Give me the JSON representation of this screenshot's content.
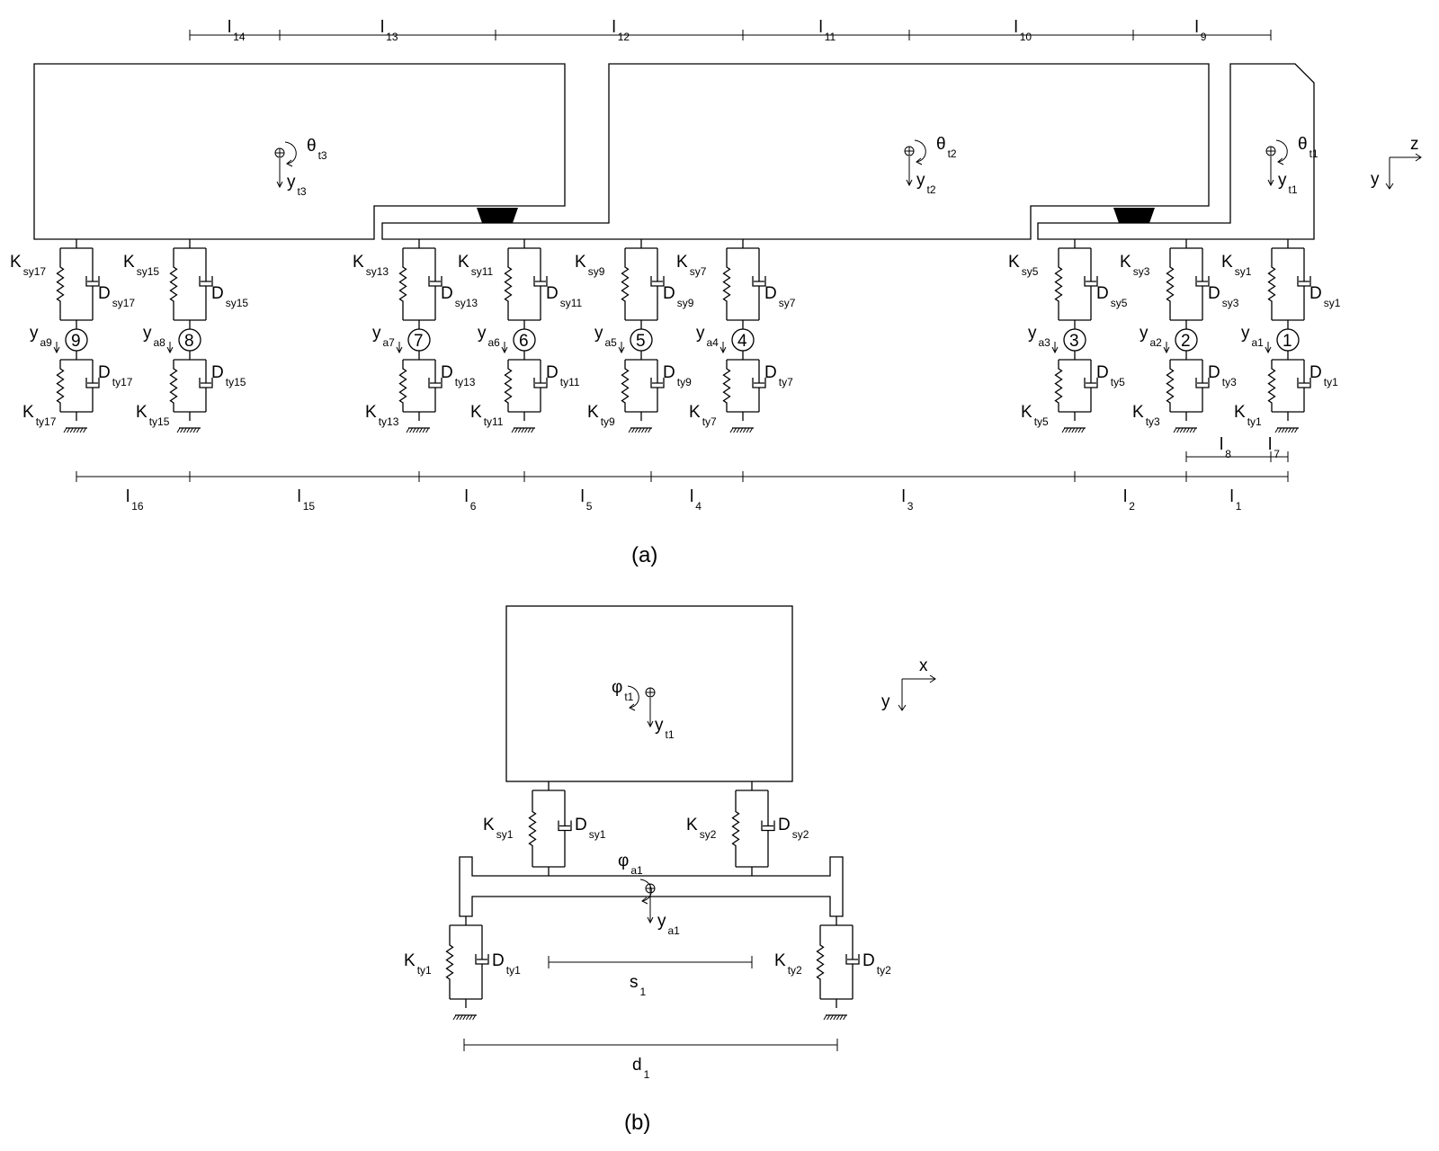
{
  "figure_a": {
    "caption": "(a)",
    "top_dimensions": [
      {
        "sym": "l",
        "sub": "14"
      },
      {
        "sym": "l",
        "sub": "13"
      },
      {
        "sym": "l",
        "sub": "12"
      },
      {
        "sym": "l",
        "sub": "11"
      },
      {
        "sym": "l",
        "sub": "10"
      },
      {
        "sym": "l",
        "sub": "9"
      }
    ],
    "bottom_dimensions": [
      {
        "sym": "l",
        "sub": "16"
      },
      {
        "sym": "l",
        "sub": "15"
      },
      {
        "sym": "l",
        "sub": "6"
      },
      {
        "sym": "l",
        "sub": "5"
      },
      {
        "sym": "l",
        "sub": "4"
      },
      {
        "sym": "l",
        "sub": "3"
      },
      {
        "sym": "l",
        "sub": "2"
      },
      {
        "sym": "l",
        "sub": "1"
      }
    ],
    "extra_dimensions": [
      {
        "sym": "l",
        "sub": "8"
      },
      {
        "sym": "l",
        "sub": "7"
      }
    ],
    "car_dofs": [
      {
        "theta": "θ",
        "theta_sub": "t3",
        "y": "y",
        "y_sub": "t3"
      },
      {
        "theta": "θ",
        "theta_sub": "t2",
        "y": "y",
        "y_sub": "t2"
      },
      {
        "theta": "θ",
        "theta_sub": "t1",
        "y": "y",
        "y_sub": "t1"
      }
    ],
    "axes": {
      "horizontal": "z",
      "vertical": "y"
    },
    "axles": [
      {
        "num": "9",
        "ya": "a9",
        "ks": "sy17",
        "ds": "sy17",
        "kt": "ty17",
        "dt": "ty17"
      },
      {
        "num": "8",
        "ya": "a8",
        "ks": "sy15",
        "ds": "sy15",
        "kt": "ty15",
        "dt": "ty15"
      },
      {
        "num": "7",
        "ya": "a7",
        "ks": "sy13",
        "ds": "sy13",
        "kt": "ty13",
        "dt": "ty13"
      },
      {
        "num": "6",
        "ya": "a6",
        "ks": "sy11",
        "ds": "sy11",
        "kt": "ty11",
        "dt": "ty11"
      },
      {
        "num": "5",
        "ya": "a5",
        "ks": "sy9",
        "ds": "sy9",
        "kt": "ty9",
        "dt": "ty9"
      },
      {
        "num": "4",
        "ya": "a4",
        "ks": "sy7",
        "ds": "sy7",
        "kt": "ty7",
        "dt": "ty7"
      },
      {
        "num": "3",
        "ya": "a3",
        "ks": "sy5",
        "ds": "sy5",
        "kt": "ty5",
        "dt": "ty5"
      },
      {
        "num": "2",
        "ya": "a2",
        "ks": "sy3",
        "ds": "sy3",
        "kt": "ty3",
        "dt": "ty3"
      },
      {
        "num": "1",
        "ya": "a1",
        "ks": "sy1",
        "ds": "sy1",
        "kt": "ty1",
        "dt": "ty1"
      }
    ],
    "symbols": {
      "K": "K",
      "D": "D",
      "y": "y"
    }
  },
  "figure_b": {
    "caption": "(b)",
    "axes": {
      "horizontal": "x",
      "vertical": "y"
    },
    "body": {
      "phi": "φ",
      "phi_sub": "t1",
      "y": "y",
      "y_sub": "t1"
    },
    "axle": {
      "phi": "φ",
      "phi_sub": "a1",
      "y": "y",
      "y_sub": "a1"
    },
    "suspension": [
      {
        "ks": "sy1",
        "ds": "sy1"
      },
      {
        "ks": "sy2",
        "ds": "sy2"
      }
    ],
    "tyres": [
      {
        "kt": "ty1",
        "dt": "ty1"
      },
      {
        "kt": "ty2",
        "dt": "ty2"
      }
    ],
    "s_label": {
      "sym": "s",
      "sub": "1"
    },
    "d_label": {
      "sym": "d",
      "sub": "1"
    }
  }
}
